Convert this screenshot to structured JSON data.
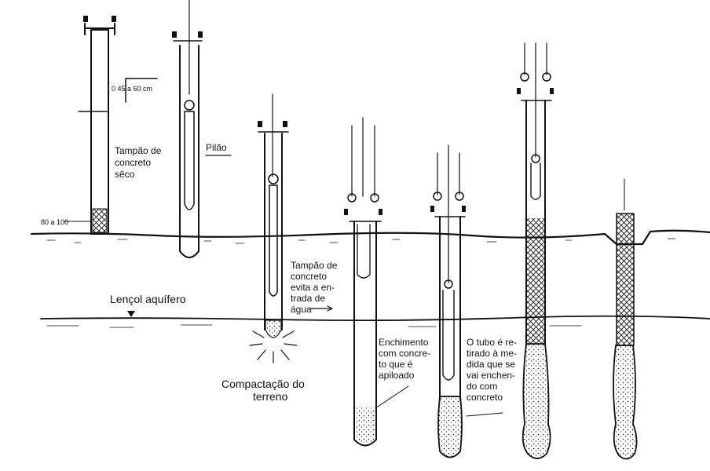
{
  "labels": {
    "diameter": "0 45 a 60 cm",
    "base_size": "80 a 100",
    "plug_dry": [
      "Tampão de",
      "concreto",
      "sêco"
    ],
    "hammer": "Pilão",
    "plug_water": [
      "Tampão de",
      "concreto",
      "evita a en-",
      "trada de",
      "água"
    ],
    "water_table": "Lençol aquífero",
    "compaction": [
      "Compactação do",
      "terreno"
    ],
    "filling": [
      "Enchimento",
      "com concre-",
      "to que é",
      "apiloado"
    ],
    "withdrawal": [
      "O tubo é re-",
      "tirado à me-",
      "dida que se",
      "vai enchen-",
      "do com",
      "concreto"
    ]
  },
  "colors": {
    "ink": "#111111",
    "paper": "#ffffff"
  }
}
